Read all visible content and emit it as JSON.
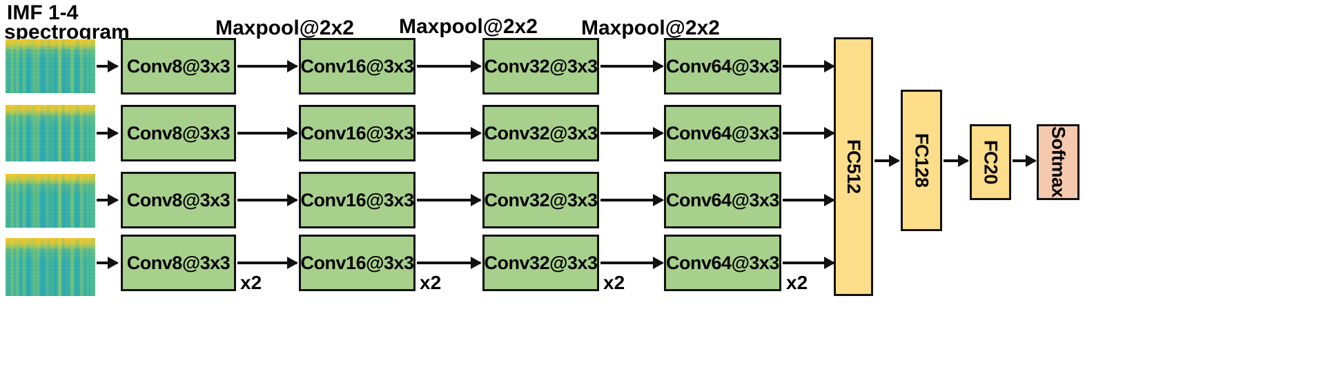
{
  "diagram": {
    "title": "IMF 1-4\nspectrogram",
    "colors": {
      "conv_fill": "#a8d08d",
      "fc_fill": "#fbdd8a",
      "softmax_fill": "#f5c9ae",
      "stroke": "#111111",
      "background": "#ffffff"
    },
    "input_label": {
      "line1": "IMF 1-4",
      "line2": "spectrogram"
    },
    "pool_labels": [
      {
        "text": "Maxpool@2x2"
      },
      {
        "text": "Maxpool@2x2"
      },
      {
        "text": "Maxpool@2x2"
      }
    ],
    "repeat_labels": [
      {
        "text": "x2"
      },
      {
        "text": "x2"
      },
      {
        "text": "x2"
      },
      {
        "text": "x2"
      }
    ],
    "branches": [
      {
        "name": "branch-1",
        "input": "spectrogram-1",
        "stages": [
          "Conv8@3x3",
          "Conv16@3x3",
          "Conv32@3x3",
          "Conv64@3x3"
        ]
      },
      {
        "name": "branch-2",
        "input": "spectrogram-2",
        "stages": [
          "Conv8@3x3",
          "Conv16@3x3",
          "Conv32@3x3",
          "Conv64@3x3"
        ]
      },
      {
        "name": "branch-3",
        "input": "spectrogram-3",
        "stages": [
          "Conv8@3x3",
          "Conv16@3x3",
          "Conv32@3x3",
          "Conv64@3x3"
        ]
      },
      {
        "name": "branch-4",
        "input": "spectrogram-4",
        "stages": [
          "Conv8@3x3",
          "Conv16@3x3",
          "Conv32@3x3",
          "Conv64@3x3"
        ]
      }
    ],
    "head": {
      "fc512": "FC512",
      "fc128": "FC128",
      "fc20": "FC20",
      "softmax": "Softmax"
    }
  }
}
